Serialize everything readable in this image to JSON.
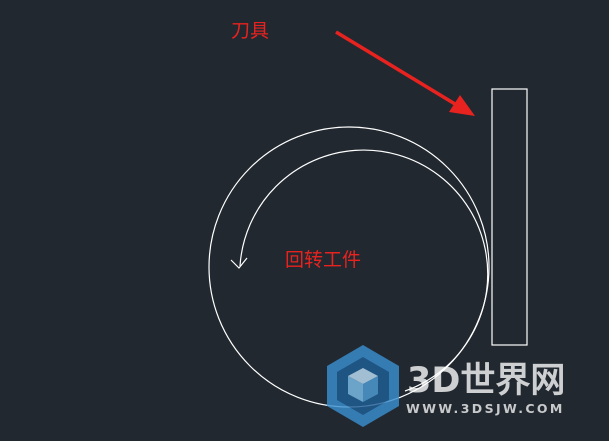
{
  "labels": {
    "tool": "刀具",
    "workpiece": "回转工件"
  },
  "watermark": {
    "name": "3D世界网",
    "url": "WWW.3DSJW.COM"
  },
  "colors": {
    "background": "#212830",
    "linework": "#ffffff",
    "annotation": "#e8231f",
    "watermark_logo": "#3a8fd0"
  },
  "icons": {
    "watermark_logo": "cube-logo-icon"
  }
}
